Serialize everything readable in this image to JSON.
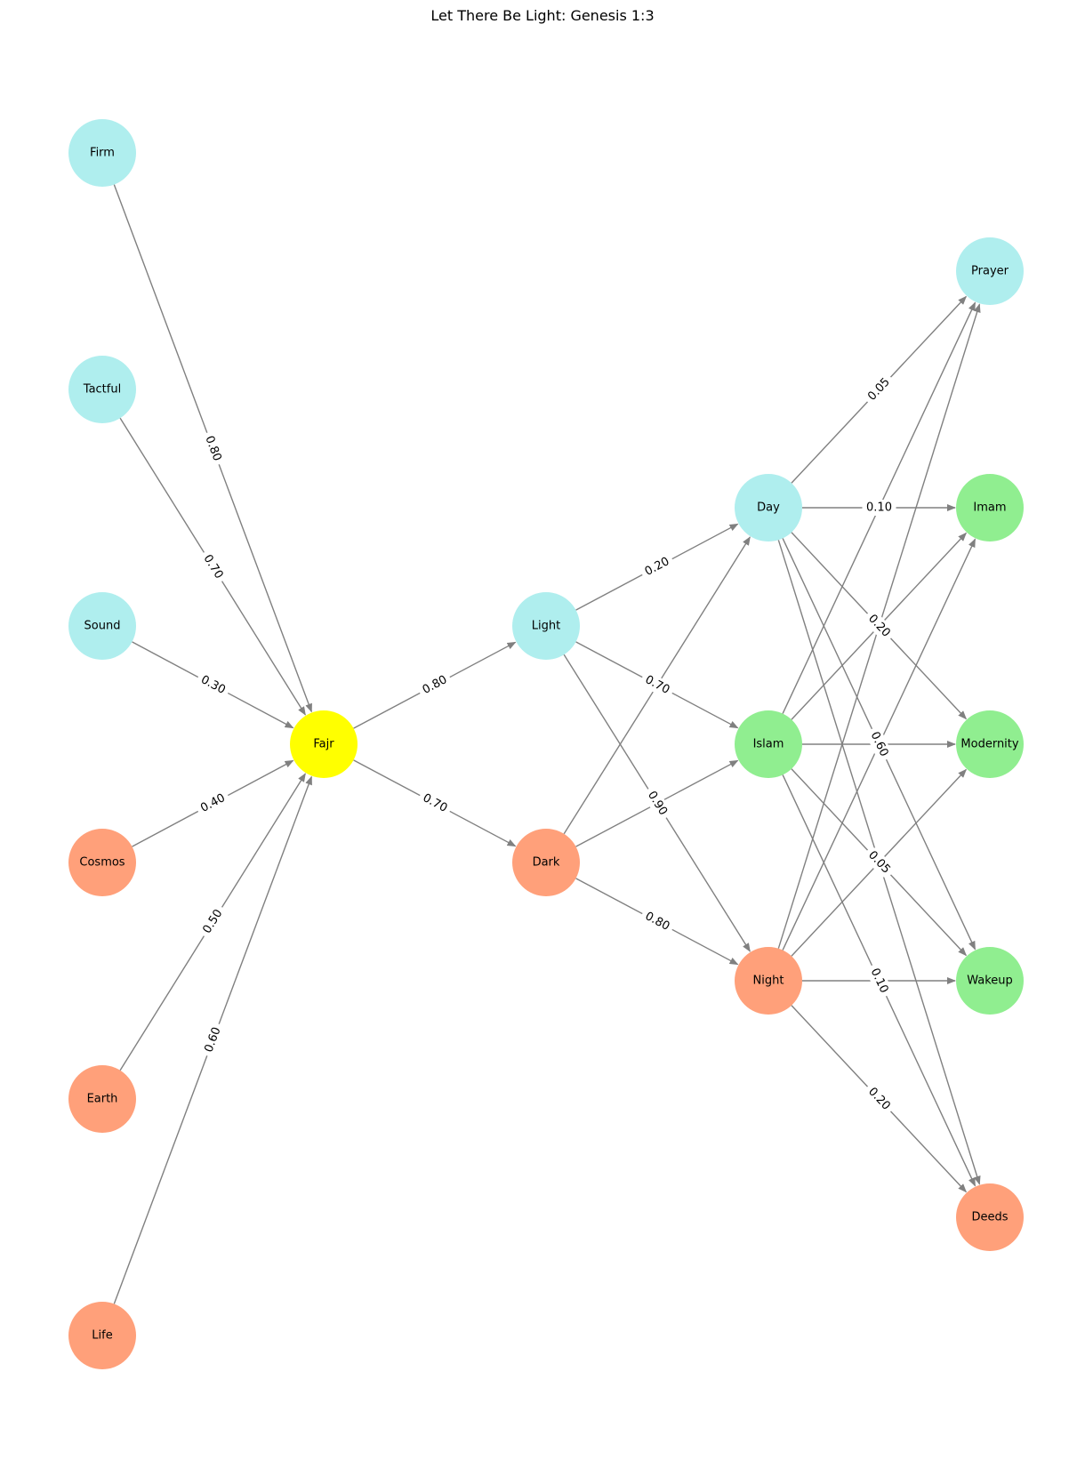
{
  "title": "Let There Be Light: Genesis 1:3",
  "colors": {
    "cyan": "#afeeee",
    "salmon": "#ffa07a",
    "green": "#90ee90",
    "yellow": "#ffff00",
    "edge": "#808080"
  },
  "nodes": [
    {
      "id": "Firm",
      "label": "Firm",
      "color": "cyan"
    },
    {
      "id": "Tactful",
      "label": "Tactful",
      "color": "cyan"
    },
    {
      "id": "Sound",
      "label": "Sound",
      "color": "cyan"
    },
    {
      "id": "Cosmos",
      "label": "Cosmos",
      "color": "salmon"
    },
    {
      "id": "Earth",
      "label": "Earth",
      "color": "salmon"
    },
    {
      "id": "Life",
      "label": "Life",
      "color": "salmon"
    },
    {
      "id": "Fajr",
      "label": "Fajr",
      "color": "yellow"
    },
    {
      "id": "Light",
      "label": "Light",
      "color": "cyan"
    },
    {
      "id": "Dark",
      "label": "Dark",
      "color": "salmon"
    },
    {
      "id": "Day",
      "label": "Day",
      "color": "cyan"
    },
    {
      "id": "Islam",
      "label": "Islam",
      "color": "green"
    },
    {
      "id": "Night",
      "label": "Night",
      "color": "salmon"
    },
    {
      "id": "Prayer",
      "label": "Prayer",
      "color": "cyan"
    },
    {
      "id": "Imam",
      "label": "Imam",
      "color": "green"
    },
    {
      "id": "Modernity",
      "label": "Modernity",
      "color": "green"
    },
    {
      "id": "Wakeup",
      "label": "Wakeup",
      "color": "green"
    },
    {
      "id": "Deeds",
      "label": "Deeds",
      "color": "salmon"
    }
  ],
  "edges": [
    {
      "from": "Firm",
      "to": "Fajr",
      "weight": "0.80"
    },
    {
      "from": "Tactful",
      "to": "Fajr",
      "weight": "0.70"
    },
    {
      "from": "Sound",
      "to": "Fajr",
      "weight": "0.30"
    },
    {
      "from": "Cosmos",
      "to": "Fajr",
      "weight": "0.40"
    },
    {
      "from": "Earth",
      "to": "Fajr",
      "weight": "0.50"
    },
    {
      "from": "Life",
      "to": "Fajr",
      "weight": "0.60"
    },
    {
      "from": "Fajr",
      "to": "Light",
      "weight": "0.80"
    },
    {
      "from": "Fajr",
      "to": "Dark",
      "weight": "0.70"
    },
    {
      "from": "Light",
      "to": "Day",
      "weight": "0.20"
    },
    {
      "from": "Light",
      "to": "Islam",
      "weight": "0.70"
    },
    {
      "from": "Light",
      "to": "Night",
      "weight": "0.90"
    },
    {
      "from": "Dark",
      "to": "Day",
      "weight": ""
    },
    {
      "from": "Dark",
      "to": "Islam",
      "weight": ""
    },
    {
      "from": "Dark",
      "to": "Night",
      "weight": "0.80"
    },
    {
      "from": "Day",
      "to": "Prayer",
      "weight": "0.05"
    },
    {
      "from": "Day",
      "to": "Imam",
      "weight": "0.10"
    },
    {
      "from": "Day",
      "to": "Modernity",
      "weight": "0.20"
    },
    {
      "from": "Day",
      "to": "Wakeup",
      "weight": "0.60"
    },
    {
      "from": "Day",
      "to": "Deeds",
      "weight": ""
    },
    {
      "from": "Islam",
      "to": "Prayer",
      "weight": ""
    },
    {
      "from": "Islam",
      "to": "Imam",
      "weight": ""
    },
    {
      "from": "Islam",
      "to": "Modernity",
      "weight": ""
    },
    {
      "from": "Islam",
      "to": "Wakeup",
      "weight": "0.05"
    },
    {
      "from": "Islam",
      "to": "Deeds",
      "weight": "0.10"
    },
    {
      "from": "Night",
      "to": "Prayer",
      "weight": ""
    },
    {
      "from": "Night",
      "to": "Imam",
      "weight": ""
    },
    {
      "from": "Night",
      "to": "Modernity",
      "weight": ""
    },
    {
      "from": "Night",
      "to": "Wakeup",
      "weight": ""
    },
    {
      "from": "Night",
      "to": "Deeds",
      "weight": "0.20"
    }
  ]
}
